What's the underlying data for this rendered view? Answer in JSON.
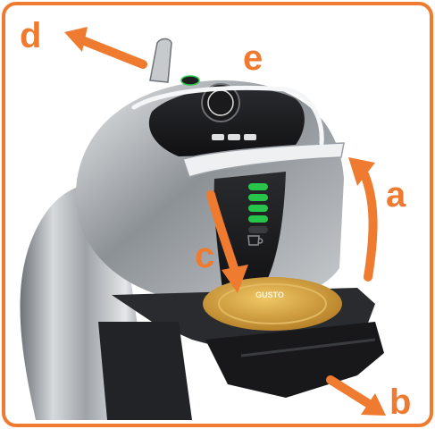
{
  "colors": {
    "accent": "#ee7b30",
    "machine_silver": "#b9bcc0",
    "machine_dark": "#1d1d1f",
    "led_green": "#27c64a",
    "capsule_gold": "#d8a43a"
  },
  "capsule": {
    "brand_lines": [
      "GUSTO"
    ]
  },
  "labels": {
    "a": "a",
    "b": "b",
    "c": "c",
    "d": "d",
    "e": "e"
  },
  "display": {
    "led_level": 4,
    "led_total": 5
  }
}
